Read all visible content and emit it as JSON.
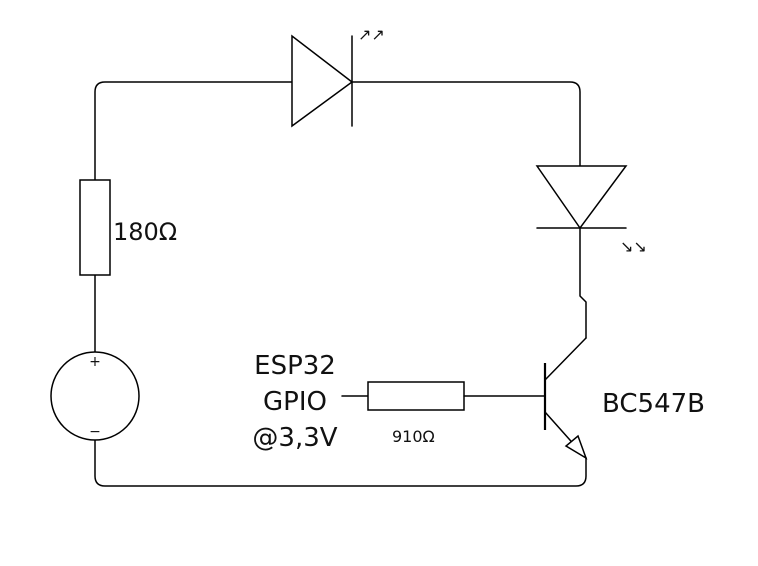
{
  "resistor_top": {
    "label": "180Ω"
  },
  "resistor_base": {
    "label": "910Ω"
  },
  "source": {
    "plus": "+",
    "minus": "−"
  },
  "gpio": {
    "line1": "ESP32",
    "line2": "GPIO",
    "line3": "@3,3V"
  },
  "transistor": {
    "label": "BC547B"
  },
  "led_top": {
    "arrows": "↗↗"
  },
  "led_right": {
    "arrows": "↘↘"
  }
}
